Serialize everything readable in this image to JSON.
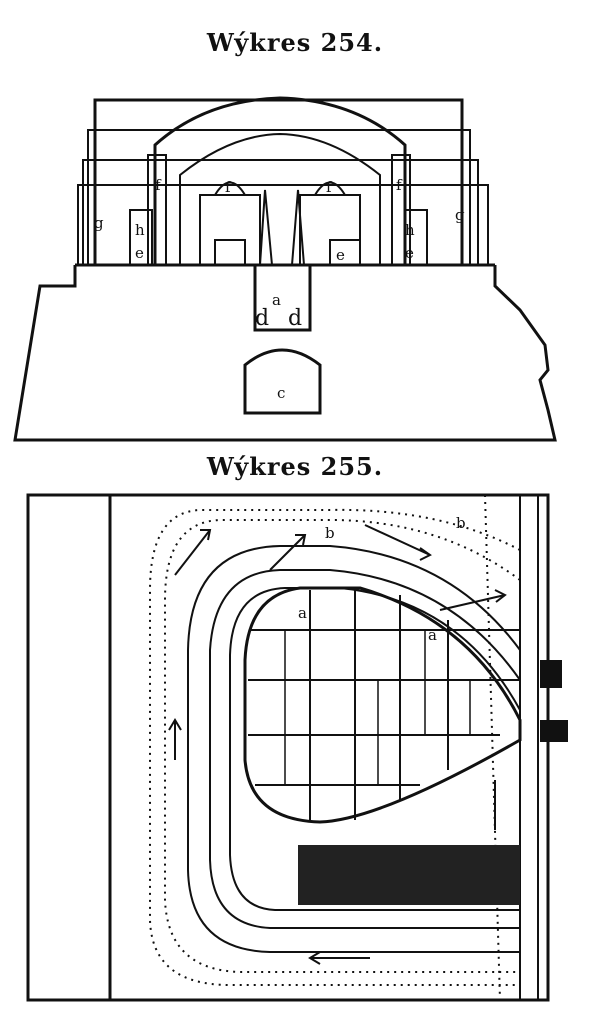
{
  "figures": [
    {
      "title": "Wýkres 254.",
      "labels": {
        "a": "a",
        "c": "c",
        "d": "d",
        "e": "e",
        "f": "f",
        "g": "g",
        "h": "h"
      }
    },
    {
      "title": "Wýkres 255.",
      "labels": {
        "a": "a",
        "b": "b"
      }
    }
  ],
  "colors": {
    "ink": "#111111",
    "paper": "#ffffff"
  }
}
